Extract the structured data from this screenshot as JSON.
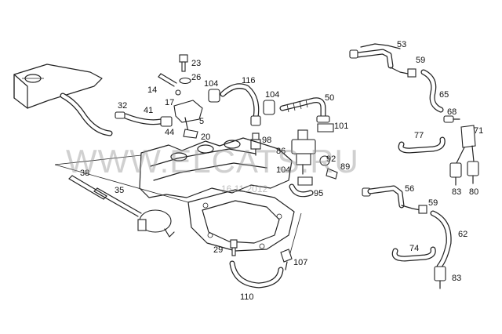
{
  "watermark": {
    "site": "WWW.ELCATS.RU",
    "date": "16.11.2012"
  },
  "colors": {
    "line": "#222222",
    "background": "#ffffff",
    "watermark": "#969696"
  },
  "callouts": [
    "23",
    "26",
    "14",
    "104",
    "116",
    "17",
    "5",
    "32",
    "41",
    "44",
    "20",
    "104",
    "50",
    "101",
    "53",
    "59",
    "65",
    "68",
    "71",
    "77",
    "98",
    "86",
    "92",
    "89",
    "104",
    "95",
    "38",
    "35",
    "56",
    "59",
    "62",
    "83",
    "80",
    "74",
    "83",
    "29",
    "107",
    "110"
  ]
}
